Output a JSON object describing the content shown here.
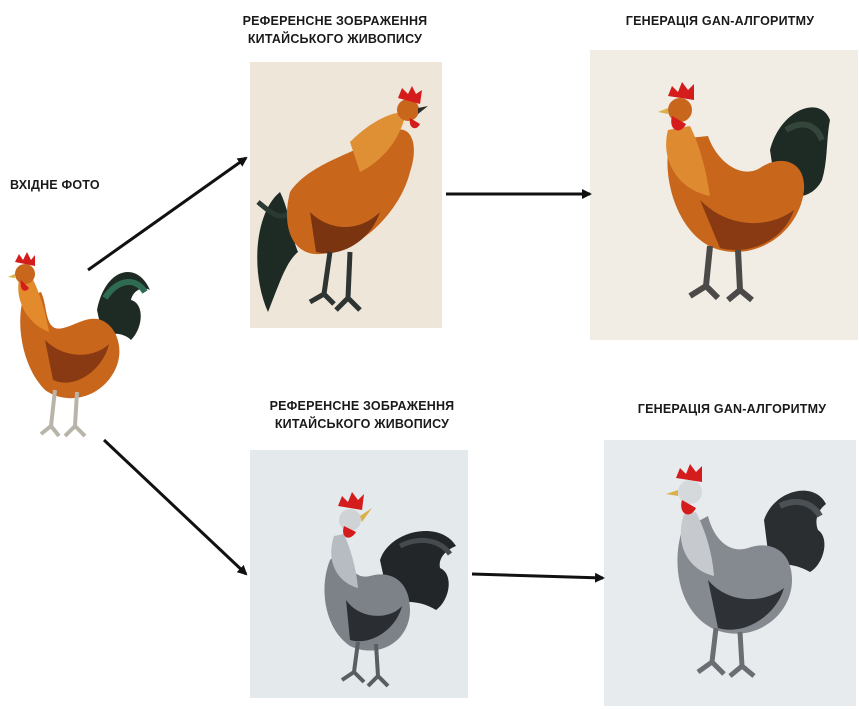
{
  "input": {
    "label": "ВХІДНЕ ФОТО",
    "image": "photo-rooster-orange"
  },
  "rows": [
    {
      "reference_label_line1": "РЕФЕРЕНСНЕ ЗОБРАЖЕННЯ",
      "reference_label_line2": "КИТАЙСЬКОГО ЖИВОПИСУ",
      "reference_image": "painted-rooster-orange",
      "output_label": "ГЕНЕРАЦІЯ GAN-АЛГОРИТМУ",
      "output_image": "gan-rooster-orange"
    },
    {
      "reference_label_line1": "РЕФЕРЕНСНЕ ЗОБРАЖЕННЯ",
      "reference_label_line2": "КИТАЙСЬКОГО ЖИВОПИСУ",
      "reference_image": "ink-rooster-grey",
      "output_label": "ГЕНЕРАЦІЯ GAN-АЛГОРИТМУ",
      "output_image": "gan-rooster-grey"
    }
  ],
  "colors": {
    "arrow": "#111111",
    "orange_body": "#c8661c",
    "comb_red": "#d41c1c",
    "dark_tail": "#1e2a24",
    "grey_body": "#7d8288",
    "paper_warm": "#efe6da",
    "paper_cool": "#e4e9ec"
  }
}
